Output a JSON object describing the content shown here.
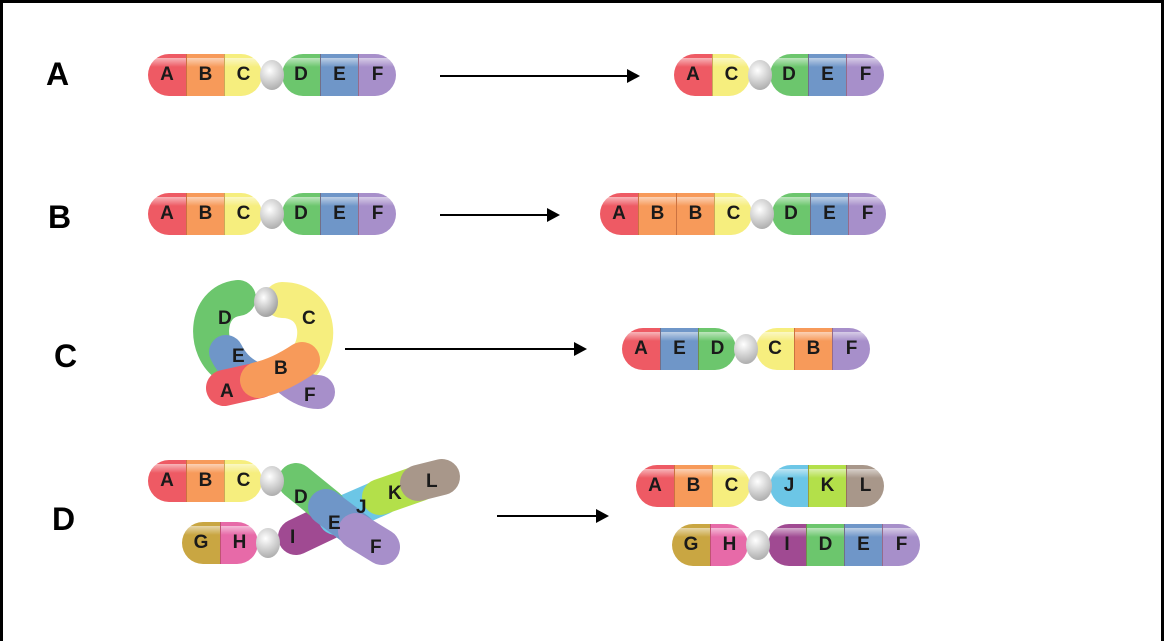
{
  "colors": {
    "A": "#ee5a64",
    "B": "#f79a5a",
    "C": "#f6ee7e",
    "D": "#6cc66d",
    "E": "#6f96c8",
    "F": "#a78fca",
    "G": "#c9a642",
    "H": "#e76aa8",
    "I": "#a04a92",
    "J": "#6cc6e6",
    "K": "#b3e04a",
    "L": "#a8978a"
  },
  "rows": [
    {
      "label": "A",
      "before": [
        [
          "A",
          "B",
          "C"
        ],
        [
          "D",
          "E",
          "F"
        ]
      ],
      "after": [
        [
          "A",
          "C"
        ],
        [
          "D",
          "E",
          "F"
        ]
      ]
    },
    {
      "label": "B",
      "before": [
        [
          "A",
          "B",
          "C"
        ],
        [
          "D",
          "E",
          "F"
        ]
      ],
      "after": [
        [
          "A",
          "B",
          "B",
          "C"
        ],
        [
          "D",
          "E",
          "F"
        ]
      ]
    },
    {
      "label": "C",
      "before_letters": [
        "D",
        "C",
        "E",
        "B",
        "A",
        "F"
      ],
      "after": [
        [
          "A",
          "E",
          "D"
        ],
        [
          "C",
          "B",
          "F"
        ]
      ]
    },
    {
      "label": "D",
      "before_top": [
        [
          "A",
          "B",
          "C"
        ]
      ],
      "before_bottom": [
        [
          "G",
          "H"
        ]
      ],
      "before_cross_letters": [
        "D",
        "E",
        "F",
        "J",
        "K",
        "L",
        "I"
      ],
      "after": [
        [
          [
            "A",
            "B",
            "C"
          ],
          [
            "J",
            "K",
            "L"
          ]
        ],
        [
          [
            "G",
            "H"
          ],
          [
            "I",
            "D",
            "E",
            "F"
          ]
        ]
      ]
    }
  ]
}
